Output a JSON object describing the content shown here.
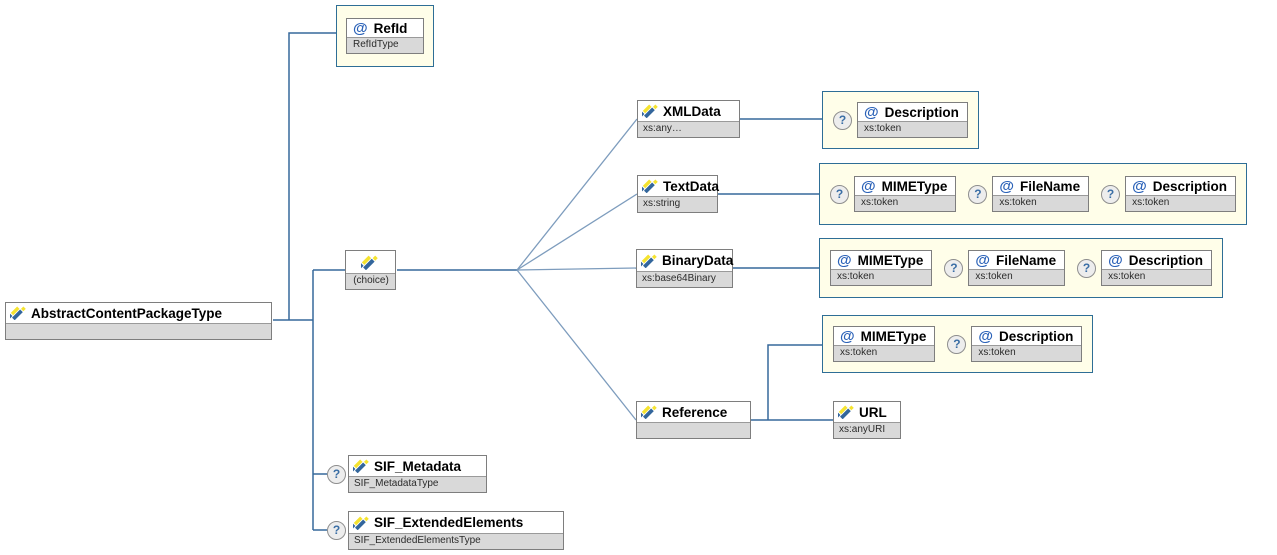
{
  "glyphs": {
    "attribute_symbol": "@",
    "optional_symbol": "?"
  },
  "root": {
    "name": "AbstractContentPackageType",
    "type": ""
  },
  "refid": {
    "name": "RefId",
    "type": "RefIdType"
  },
  "choice": {
    "label": "(choice)"
  },
  "elements": {
    "xmldata": {
      "name": "XMLData",
      "type": "xs:any…"
    },
    "textdata": {
      "name": "TextData",
      "type": "xs:string"
    },
    "binarydata": {
      "name": "BinaryData",
      "type": "xs:base64Binary"
    },
    "reference": {
      "name": "Reference",
      "type": ""
    },
    "url": {
      "name": "URL",
      "type": "xs:anyURI"
    },
    "sif_metadata": {
      "name": "SIF_Metadata",
      "type": "SIF_MetadataType",
      "optional": true
    },
    "sif_extended": {
      "name": "SIF_ExtendedElements",
      "type": "SIF_ExtendedElementsType",
      "optional": true
    }
  },
  "attr_groups": {
    "xmldata": [
      {
        "name": "Description",
        "type": "xs:token",
        "optional": true
      }
    ],
    "textdata": [
      {
        "name": "MIMEType",
        "type": "xs:token",
        "optional": true
      },
      {
        "name": "FileName",
        "type": "xs:token",
        "optional": true
      },
      {
        "name": "Description",
        "type": "xs:token",
        "optional": true
      }
    ],
    "binarydata": [
      {
        "name": "MIMEType",
        "type": "xs:token",
        "optional": false
      },
      {
        "name": "FileName",
        "type": "xs:token",
        "optional": true
      },
      {
        "name": "Description",
        "type": "xs:token",
        "optional": true
      }
    ],
    "reference": [
      {
        "name": "MIMEType",
        "type": "xs:token",
        "optional": false
      },
      {
        "name": "Description",
        "type": "xs:token",
        "optional": true
      }
    ]
  },
  "colors": {
    "group_background": "#fffee9",
    "group_border": "#2e6e96",
    "wire": "#36689b",
    "wire_diagonal": "#7d9cbd",
    "subtitle_band": "#d9d9d9",
    "attribute_symbol": "#2b62b8",
    "icon_blue": "#33669c",
    "icon_yellow": "#f5e32f"
  }
}
